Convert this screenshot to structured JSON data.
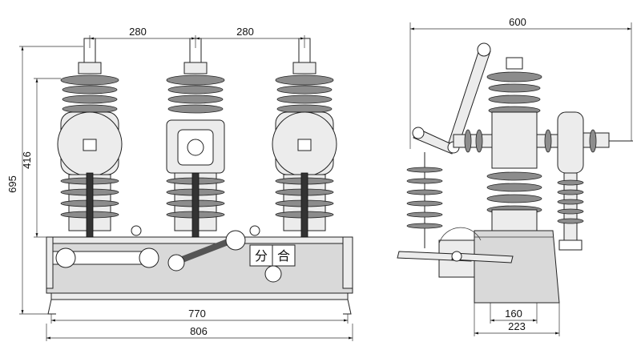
{
  "front_view": {
    "dim_spacing_left": "280",
    "dim_spacing_right": "280",
    "dim_height_total": "695",
    "dim_height_upper": "416",
    "dim_base_inner": "770",
    "dim_base_outer": "806",
    "open_label": "分",
    "close_label": "合"
  },
  "side_view": {
    "dim_width_total": "600",
    "dim_base_inner": "160",
    "dim_base_outer": "223"
  }
}
